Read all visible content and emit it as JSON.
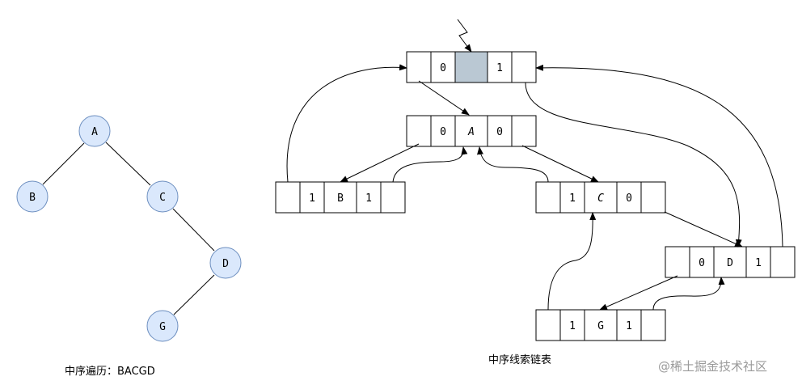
{
  "tree": {
    "nodes": [
      {
        "id": "A",
        "label": "A"
      },
      {
        "id": "B",
        "label": "B"
      },
      {
        "id": "C",
        "label": "C"
      },
      {
        "id": "D",
        "label": "D"
      },
      {
        "id": "G",
        "label": "G"
      }
    ],
    "edges": [
      [
        "A",
        "B"
      ],
      [
        "A",
        "C"
      ],
      [
        "C",
        "D"
      ],
      [
        "D",
        "G"
      ]
    ],
    "caption": "中序遍历：BACGD"
  },
  "threaded_list": {
    "caption": "中序线索链表",
    "head": {
      "ltag": "0",
      "data": "",
      "rtag": "1"
    },
    "records": [
      {
        "id": "A",
        "ltag": "0",
        "data": "A",
        "rtag": "0"
      },
      {
        "id": "B",
        "ltag": "1",
        "data": "B",
        "rtag": "1"
      },
      {
        "id": "C",
        "ltag": "1",
        "data": "C",
        "rtag": "0"
      },
      {
        "id": "D",
        "ltag": "0",
        "data": "D",
        "rtag": "1"
      },
      {
        "id": "G",
        "ltag": "1",
        "data": "G",
        "rtag": "1"
      }
    ]
  },
  "watermark": "@稀土掘金技术社区"
}
